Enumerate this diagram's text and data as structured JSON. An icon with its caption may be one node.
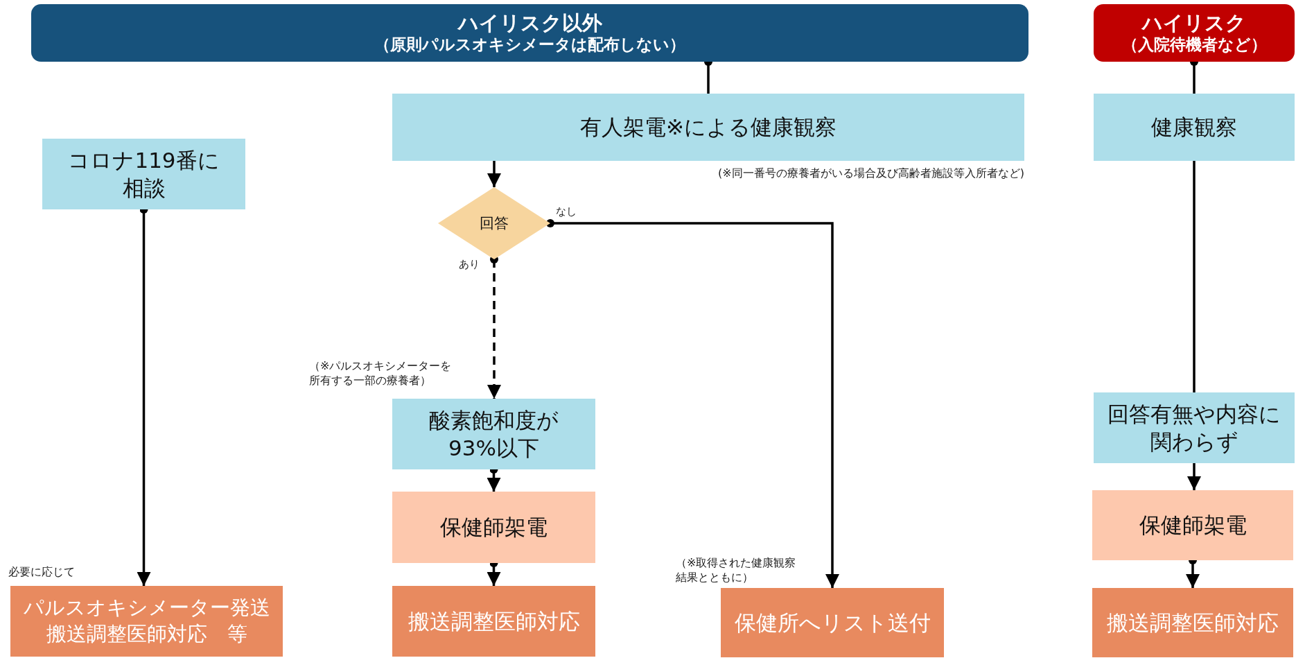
{
  "diagram": {
    "nodes": [
      {
        "text": [
          "ハイリスク以外",
          "（原則パルスオキシメータは配布しない）"
        ]
      },
      {
        "text": [
          "ハイリスク",
          "（入院待機者など）"
        ]
      },
      {
        "text": [
          "有人架電※による健康観察"
        ],
        "beside": [
          "(※同一番号の療養者がいる場合及び高齢者施設等入所者など)"
        ]
      },
      {
        "text": [
          "健康観察"
        ]
      },
      {
        "text": [
          "コロナ119番に相談"
        ]
      },
      {
        "text": [
          "回答"
        ]
      },
      {
        "text": [
          "酸素飽和度が93%以下"
        ]
      },
      {
        "text": [
          "回答有無や内容に関わらず"
        ]
      },
      {
        "text": [
          "保健師架電"
        ]
      },
      {
        "text": [
          "保健師架電"
        ]
      },
      {
        "text": [
          "パルスオキシメーター発送搬送調整医師対応　等"
        ]
      },
      {
        "text": [
          "搬送調整医師対応"
        ]
      },
      {
        "text": [
          "保健所へリスト送付"
        ]
      },
      {
        "text": [
          "搬送調整医師対応"
        ]
      }
    ],
    "edges": [
      {
        "from": 0,
        "to": 2,
        "arrow": "other"
      },
      {
        "from": 2,
        "to": 5,
        "arrow": "to"
      },
      {
        "from": 5,
        "to": 12,
        "arrow": "to",
        "label": "なし"
      },
      {
        "from": 5,
        "to": 6,
        "arrow": "to",
        "label": "あり",
        "style": "dashed"
      },
      {
        "from": 4,
        "to": 10,
        "arrow": "to"
      },
      {
        "from": 6,
        "to": 8,
        "arrow": "to"
      },
      {
        "from": 8,
        "to": 11,
        "arrow": "to"
      },
      {
        "from": 1,
        "to": 3,
        "arrow": "other"
      },
      {
        "from": 3,
        "to": 7,
        "arrow": "none"
      },
      {
        "from": 7,
        "to": 9,
        "arrow": "to"
      },
      {
        "from": 9,
        "to": 13,
        "arrow": "to"
      }
    ],
    "labels": [
      "（※パルスオキシメーターを所有する一部の療養者）",
      "必要に応じて",
      "（※取得された健康観察結果とともに）"
    ]
  }
}
